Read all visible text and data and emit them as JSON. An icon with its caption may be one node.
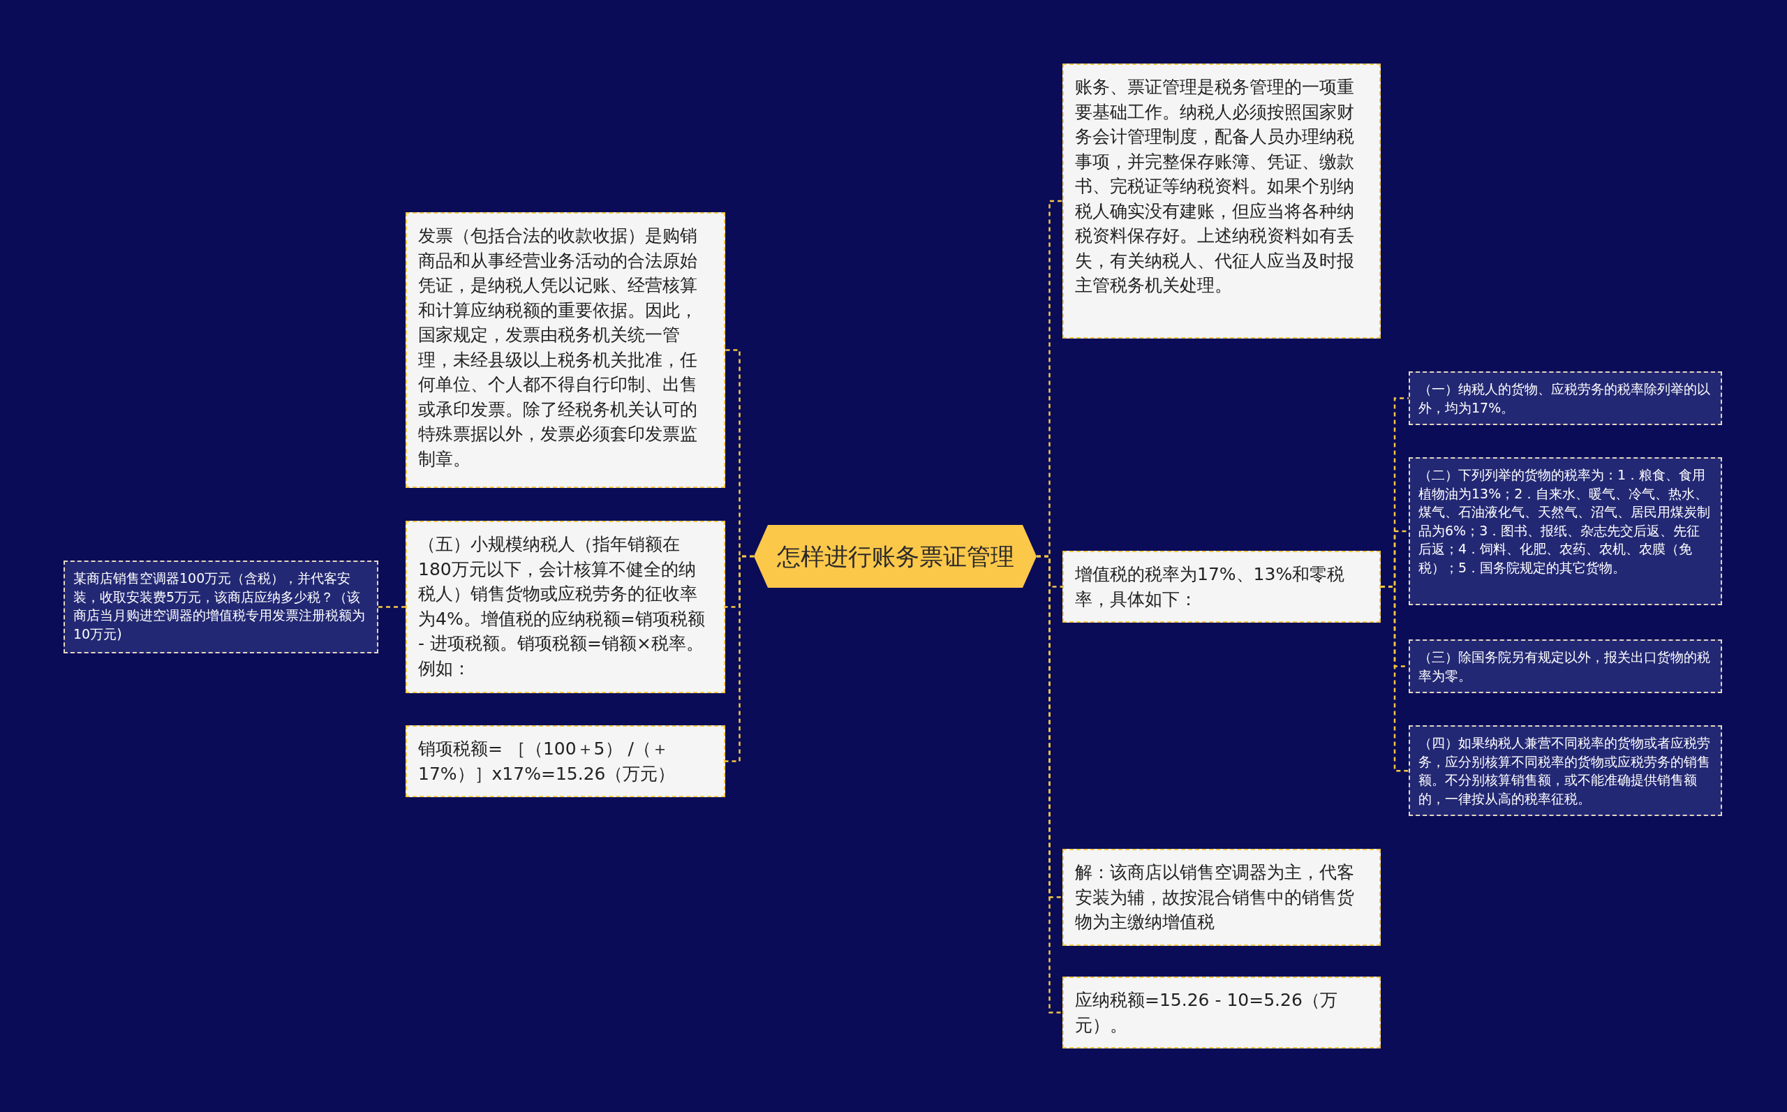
{
  "diagram": {
    "nodes": [
      {
        "text": [
          "怎样进行账务票证管理"
        ]
      },
      {
        "text": [
          "发票（包括合法的收款收据）是购销商品和从事经营业务活动的合法原始凭证，是纳税人凭以记账、经营核算和计算应纳税额的重要依据。因此，国家规定，发票由税务机关统一管理，未经县级以上税务机关批准，任何单位、个人都不得自行印制、出售或承印发票。除了经税务机关认可的特殊票据以外，发票必须套印发票监制章。"
        ]
      },
      {
        "text": [
          "（五）小规模纳税人（指年销额在180万元以下，会计核算不健全的纳税人）销售货物或应税劳务的征收率为4%。增值税的应纳税额=销项税额 - 进项税额。销项税额=销额×税率。例如："
        ]
      },
      {
        "text": [
          "销项税额= ［（100＋5） /（＋17%）］x17%=15.26（万元）"
        ]
      },
      {
        "text": [
          "某商店销售空调器100万元（含税），并代客安装，收取安装费5万元，该商店应纳多少税？（该商店当月购进空调器的增值税专用发票注册税额为10万元)"
        ]
      },
      {
        "text": [
          "账务、票证管理是税务管理的一项重要基础工作。纳税人必须按照国家财务会计管理制度，配备人员办理纳税事项，并完整保存账簿、凭证、缴款书、完税证等纳税资料。如果个别纳税人确实没有建账，但应当将各种纳税资料保存好。上述纳税资料如有丢失，有关纳税人、代征人应当及时报主管税务机关处理。"
        ]
      },
      {
        "text": [
          "增值税的税率为17%、13%和零税率，具体如下："
        ]
      },
      {
        "text": [
          "（一）纳税人的货物、应税劳务的税率除列举的以外，均为17%。"
        ]
      },
      {
        "text": [
          "（二）下列列举的货物的税率为：1．粮食、食用植物油为13%；2．自来水、暖气、冷气、热水、煤气、石油液化气、天然气、沼气、居民用煤炭制品为6%；3．图书、报纸、杂志先交后返、先征后返；4．饲料、化肥、农药、农机、农膜（免税）；5．国务院规定的其它货物。"
        ]
      },
      {
        "text": [
          "（三）除国务院另有规定以外，报关出口货物的税率为零。"
        ]
      },
      {
        "text": [
          "（四）如果纳税人兼营不同税率的货物或者应税劳务，应分别核算不同税率的货物或应税劳务的销售额。不分别核算销售额，或不能准确提供销售额的，一律按从高的税率征税。"
        ]
      },
      {
        "text": [
          "解：该商店以销售空调器为主，代客安装为辅，故按混合销售中的销售货物为主缴纳增值税"
        ]
      },
      {
        "text": [
          "应纳税额=15.26 - 10=5.26（万元）。"
        ]
      }
    ],
    "edges": [
      {
        "from": 0,
        "to": 1,
        "arrow": "none"
      },
      {
        "from": 0,
        "to": 2,
        "arrow": "none"
      },
      {
        "from": 0,
        "to": 3,
        "arrow": "none"
      },
      {
        "from": 2,
        "to": 4,
        "arrow": "none"
      },
      {
        "from": 0,
        "to": 5,
        "arrow": "none"
      },
      {
        "from": 0,
        "to": 6,
        "arrow": "none"
      },
      {
        "from": 6,
        "to": 7,
        "arrow": "none"
      },
      {
        "from": 6,
        "to": 8,
        "arrow": "none"
      },
      {
        "from": 6,
        "to": 9,
        "arrow": "none"
      },
      {
        "from": 6,
        "to": 10,
        "arrow": "none"
      },
      {
        "from": 0,
        "to": 11,
        "arrow": "none"
      },
      {
        "from": 0,
        "to": 12,
        "arrow": "none"
      }
    ]
  }
}
